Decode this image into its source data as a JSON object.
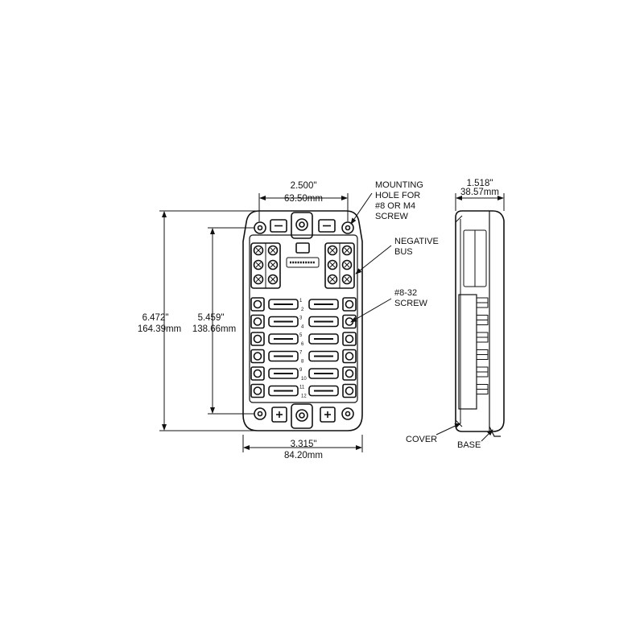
{
  "dimensions": {
    "mount_spacing_in": "2.500\"",
    "mount_spacing_mm": "63.50mm",
    "depth_in": "1.518\"",
    "depth_mm": "38.57mm",
    "overall_height_in": "6.472\"",
    "overall_height_mm": "164.39mm",
    "hole_height_in": "5.459\"",
    "hole_height_mm": "138.66mm",
    "width_in": "3.315\"",
    "width_mm": "84.20mm"
  },
  "callouts": {
    "mounting_hole": [
      "MOUNTING",
      "HOLE FOR",
      "#8 OR M4",
      "SCREW"
    ],
    "negative_bus": [
      "NEGATIVE",
      "BUS"
    ],
    "screw": [
      "#8-32",
      "SCREW"
    ],
    "cover": "COVER",
    "base": "BASE"
  },
  "fuse_numbers": [
    "1",
    "2",
    "3",
    "4",
    "5",
    "6",
    "7",
    "8",
    "9",
    "10",
    "11",
    "12"
  ],
  "colors": {
    "line": "#111111",
    "background": "#ffffff"
  }
}
